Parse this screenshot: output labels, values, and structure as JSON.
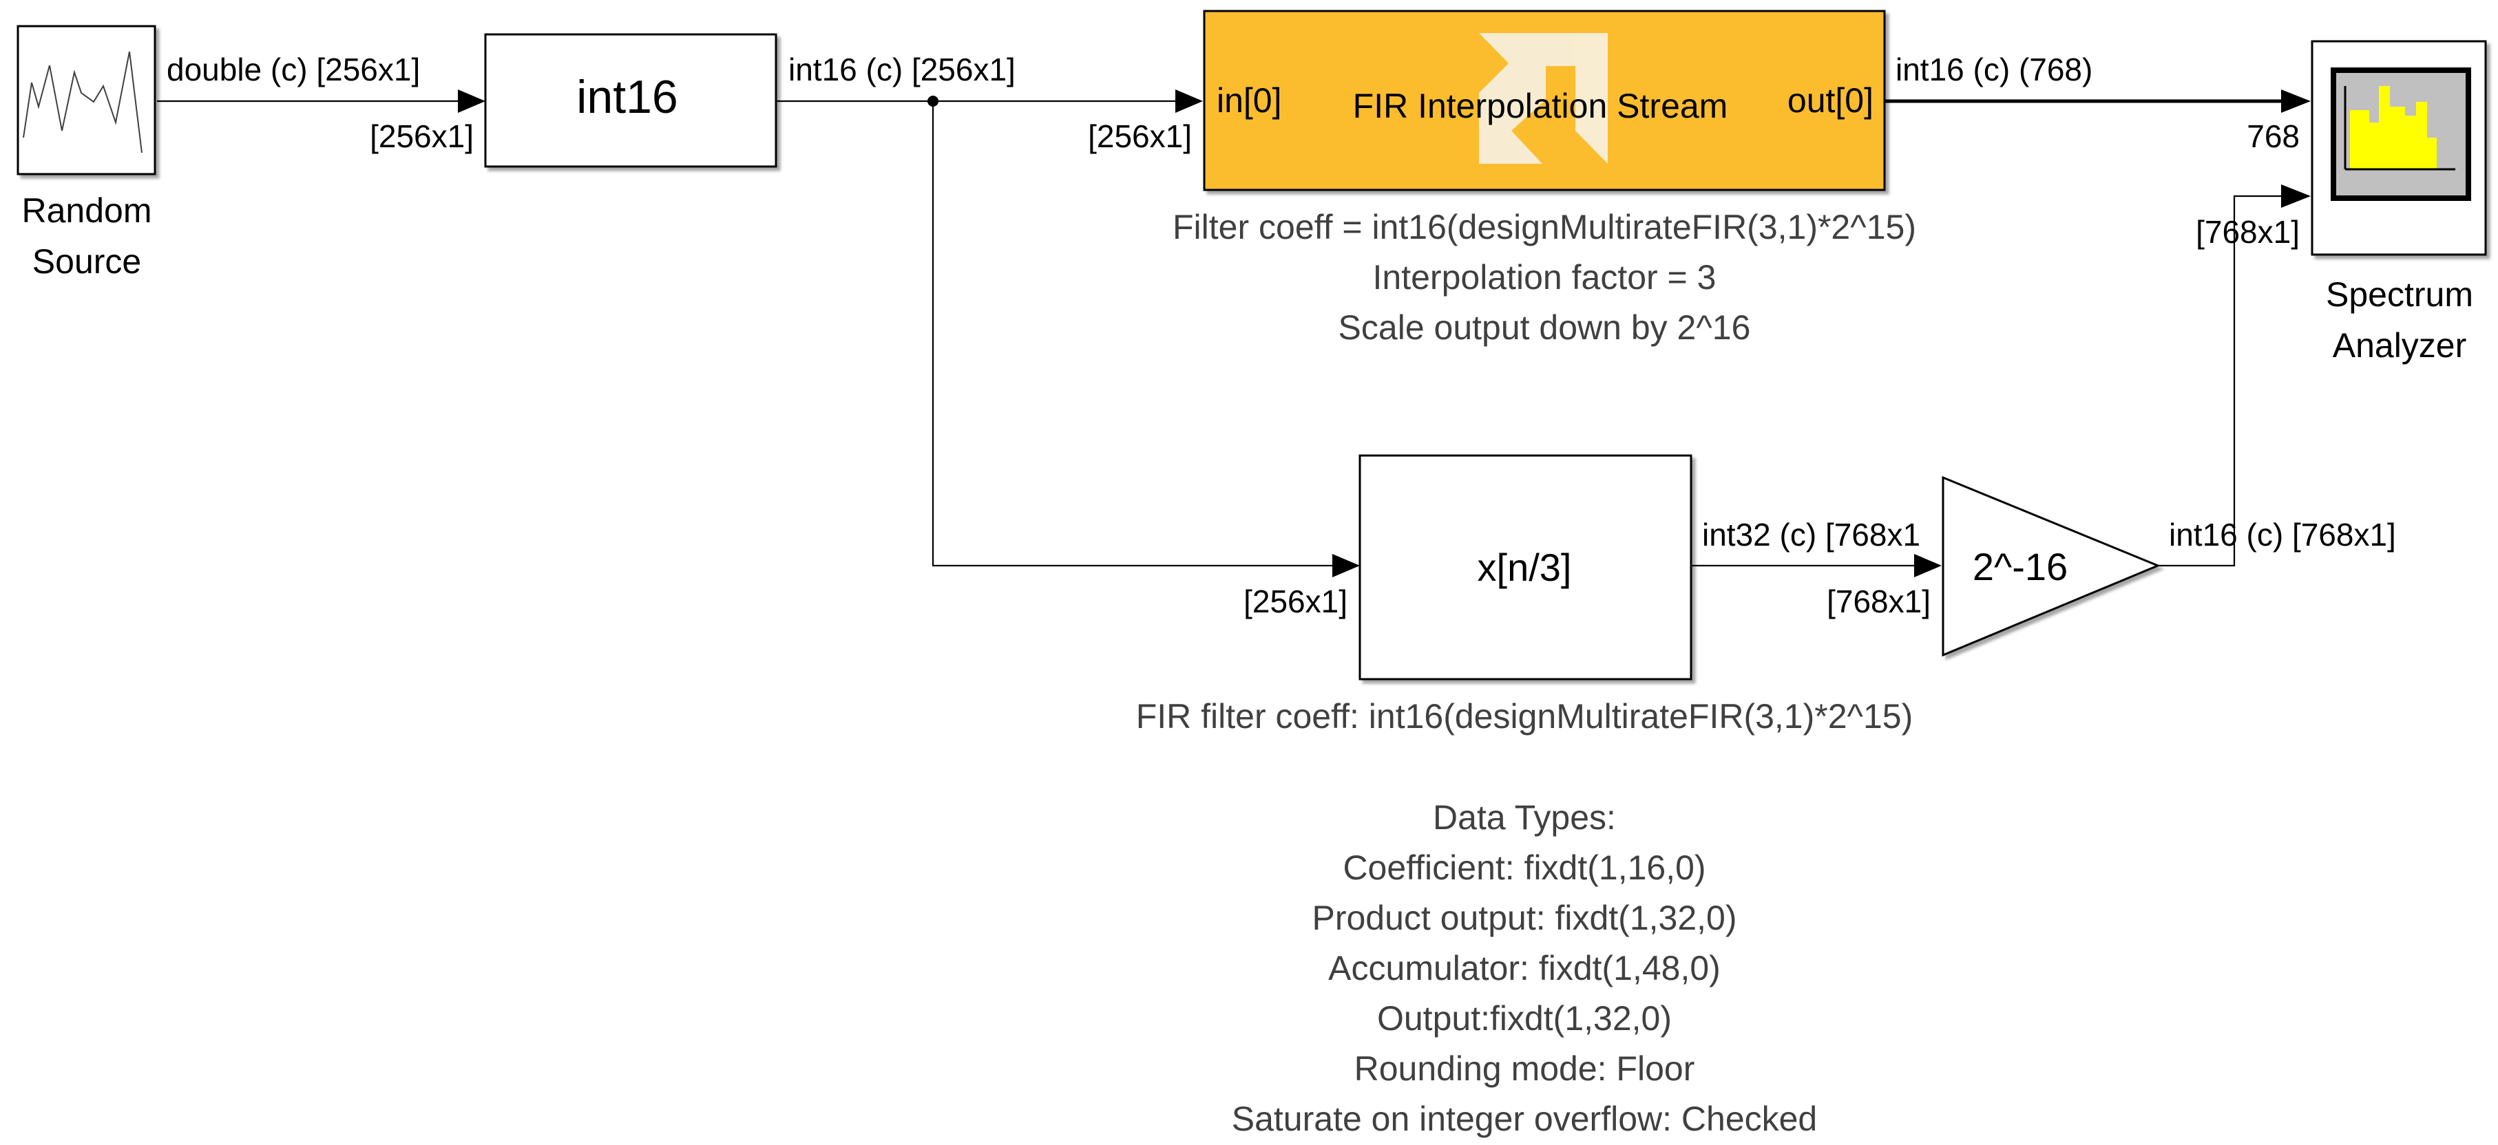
{
  "blocks": {
    "random_source": {
      "label_line1": "Random",
      "label_line2": "Source"
    },
    "int16_convert": {
      "label": "int16"
    },
    "fir_stream": {
      "label": "FIR Interpolation Stream",
      "in_port": "in[0]",
      "out_port": "out[0]",
      "fill_color": "#FBBD2F"
    },
    "upsample": {
      "label": "x[n/3]"
    },
    "gain": {
      "label": "2^-16"
    },
    "spectrum_analyzer": {
      "label_line1": "Spectrum",
      "label_line2": "Analyzer",
      "bar_color": "#FFFF00"
    }
  },
  "signals": {
    "src_out": "double (c) [256x1]",
    "src_out_dim": "[256x1]",
    "cast_out": "int16 (c) [256x1]",
    "fir_in_dim": "[256x1]",
    "fir_out": "int16 (c) (768)",
    "analyzer_in1_dim": "768",
    "up_in_dim": "[256x1]",
    "up_out": "int32 (c) [768x1",
    "gain_in_dim": "[768x1]",
    "gain_out": "int16 (c) [768x1]",
    "analyzer_in2_dim": "[768x1]"
  },
  "annotations": {
    "fir_notes": [
      "Filter coeff = int16(designMultirateFIR(3,1)*2^15)",
      "Interpolation factor = 3",
      "Scale output down by 2^16"
    ],
    "ref_note": "FIR filter coeff: int16(designMultirateFIR(3,1)*2^15)",
    "data_types": [
      "Data Types:",
      "Coefficient: fixdt(1,16,0)",
      "Product output: fixdt(1,32,0)",
      "Accumulator: fixdt(1,48,0)",
      "Output:fixdt(1,32,0)",
      "Rounding mode: Floor",
      "Saturate on integer overflow: Checked"
    ]
  }
}
